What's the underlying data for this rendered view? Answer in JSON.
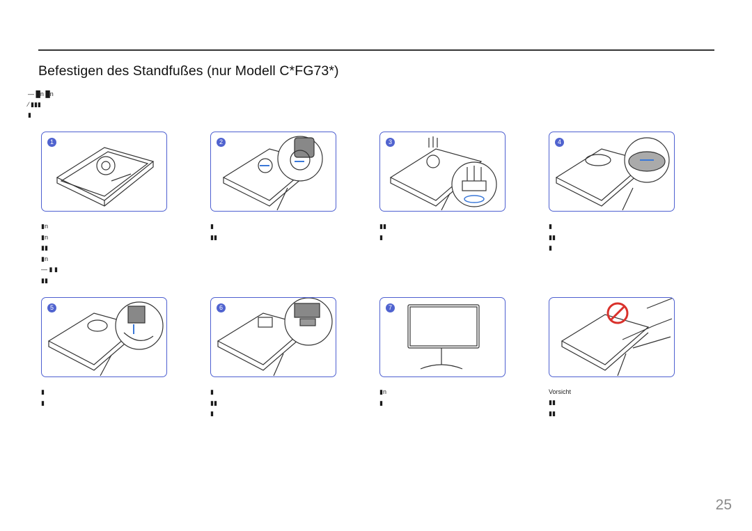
{
  "title": "Befestigen des Standfußes (nur Modell C*FG73*)",
  "intro_notes": [
    "― █n                        █n",
    "  ⁄ ▮▮▮",
    "  ▮"
  ],
  "steps": [
    {
      "number": "1",
      "caption_lines": [
        "▮n",
        "▮n",
        "▮▮",
        "▮n",
        "― ▮  ▮",
        "  ▮▮"
      ]
    },
    {
      "number": "2",
      "caption_lines": [
        "▮",
        "▮▮"
      ]
    },
    {
      "number": "3",
      "caption_lines": [
        "▮▮",
        "▮"
      ]
    },
    {
      "number": "4",
      "caption_lines": [
        "▮",
        "▮▮",
        "▮"
      ]
    },
    {
      "number": "5",
      "caption_lines": [
        "▮",
        "▮"
      ]
    },
    {
      "number": "6",
      "caption_lines": [
        "▮",
        "▮▮",
        "▮"
      ]
    },
    {
      "number": "7",
      "caption_lines": [
        "▮n",
        "▮"
      ]
    }
  ],
  "caution": {
    "heading": "Vorsicht",
    "lines": [
      "▮▮",
      "▮▮"
    ]
  },
  "page_number": "25",
  "colors": {
    "accent": "#5063cf",
    "prohibit": "#d9312b",
    "line_art": "#333333",
    "motion_arrow": "#3a78d8"
  }
}
